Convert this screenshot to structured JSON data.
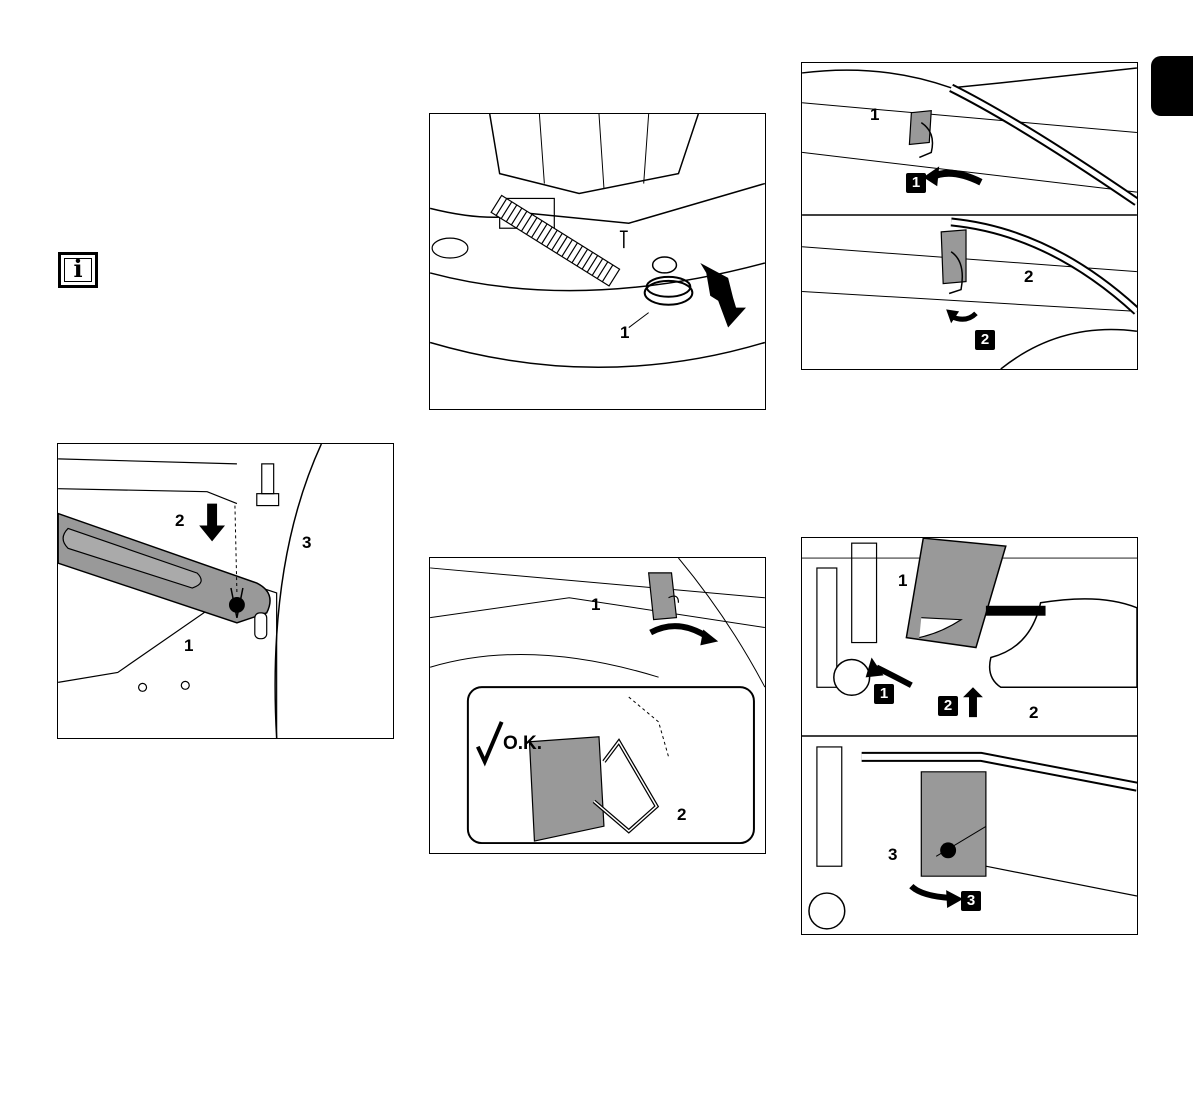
{
  "info_icon": {
    "glyph": "i"
  },
  "figures": {
    "spring": {
      "callouts": [
        "1"
      ]
    },
    "clip_top": {
      "callouts": [
        "1",
        "2"
      ],
      "steps": [
        "1",
        "2"
      ]
    },
    "pin": {
      "callouts": [
        "2",
        "3",
        "1"
      ]
    },
    "bracket": {
      "callouts": [
        "1",
        "2"
      ],
      "ok_label": "O.K."
    },
    "lever": {
      "callouts": [
        "1",
        "2",
        "3"
      ],
      "steps": [
        "1",
        "2",
        "3"
      ]
    }
  }
}
